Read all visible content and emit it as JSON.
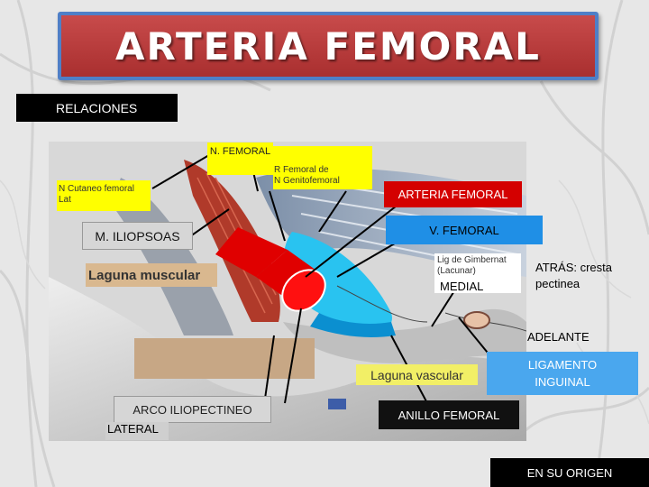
{
  "title": "ARTERIA FEMORAL",
  "section_label": "RELACIONES",
  "labels": {
    "n_femoral": "N. FEMORAL",
    "r_femoral": "R Femoral de\nN Genitofemoral",
    "n_cutaneo": "N Cutaneo femoral\nLat",
    "arteria_femoral": "ARTERIA FEMORAL",
    "v_femoral": "V. FEMORAL",
    "m_iliopsoas": "M. ILIOPSOAS",
    "laguna_muscular": "Laguna muscular",
    "lig_gimbernat": "Lig de Gimbernat\n(Lacunar)",
    "medial": "MEDIAL",
    "atras": "ATRÁS: cresta\npectinea",
    "adelante": "ADELANTE",
    "ligamento_inguinal": "LIGAMENTO\nINGUINAL",
    "laguna_vascular": "Laguna vascular",
    "arco_iliopectineo": "ARCO ILIOPECTINEO",
    "lateral": "LATERAL",
    "anillo_femoral": "ANILLO FEMORAL",
    "en_su_origen": "EN SU ORIGEN"
  },
  "colors": {
    "title_bg": "#b83a3a",
    "title_border": "#4f7fc7",
    "artery_red": "#e00000",
    "vein_cyan": "#29c3f0",
    "label_yellow": "#ffff00",
    "label_blue": "#1f8fe6"
  }
}
